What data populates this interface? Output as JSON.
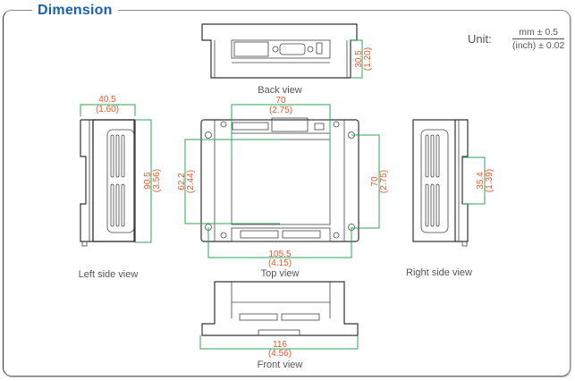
{
  "title": "Dimension",
  "unit": {
    "label": "Unit:",
    "numerator": "mm ± 0.5",
    "denominator": "(inch) ± 0.02"
  },
  "colors": {
    "title": "#1a5fb4",
    "dimension_text": "#e8562a",
    "dimension_line": "#2ea75a",
    "outline": "#333333",
    "caption": "#555555"
  },
  "views": {
    "back": {
      "caption": "Back view",
      "height_mm": "30.5",
      "height_in": "(1.20)"
    },
    "left": {
      "caption": "Left side view",
      "width_mm": "40.5",
      "width_in": "(1.60)",
      "height_mm": "90.5",
      "height_in": "(3.56)"
    },
    "top": {
      "caption": "Top view",
      "connector_span_mm": "70",
      "connector_span_in": "(2.75)",
      "left_hole_span_mm": "62.2",
      "left_hole_span_in": "(2.44)",
      "right_hole_span_mm": "70",
      "right_hole_span_in": "(2.75)",
      "bottom_hole_span_mm": "105.5",
      "bottom_hole_span_in": "(4.15)"
    },
    "right": {
      "caption": "Right side view",
      "rail_mm": "35.4",
      "rail_in": "(1.39)"
    },
    "front": {
      "caption": "Front view",
      "width_mm": "116",
      "width_in": "(4.56)"
    }
  }
}
